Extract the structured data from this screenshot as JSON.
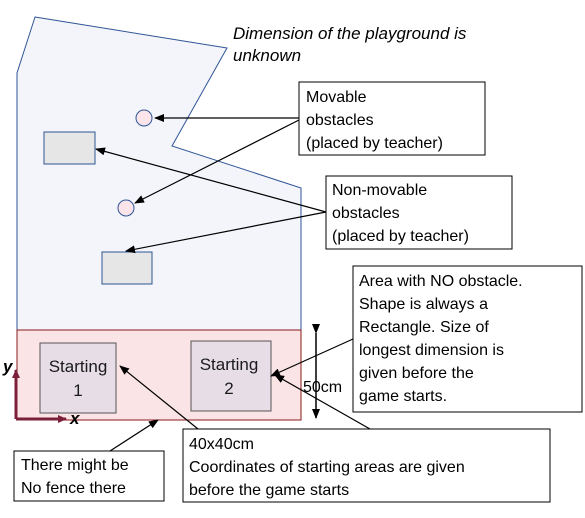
{
  "title_note": {
    "lines": [
      "Dimension of the playground is",
      "unknown"
    ]
  },
  "callouts": {
    "movable": {
      "lines": [
        "Movable",
        "obstacles",
        "(placed by teacher)"
      ]
    },
    "non_movable": {
      "lines": [
        "Non-movable",
        "obstacles",
        "(placed by teacher)"
      ]
    },
    "no_obstacle": {
      "lines": [
        "Area with NO obstacle.",
        "Shape is always a",
        "Rectangle. Size of",
        "longest dimension is",
        "given before the",
        "game starts."
      ]
    },
    "start_size": {
      "lines": [
        "40x40cm",
        "Coordinates of starting areas are given",
        "before the game starts"
      ]
    },
    "fence": {
      "lines": [
        "There might be",
        "No fence there"
      ]
    }
  },
  "starting_areas": [
    {
      "lines": [
        "Starting",
        "1"
      ]
    },
    {
      "lines": [
        "Starting",
        "2"
      ]
    }
  ],
  "dimension_label": "50cm",
  "axes": {
    "x": "x",
    "y": "y"
  },
  "colors": {
    "playground_fill": "#f3f5fa",
    "playground_stroke": "#2f5597",
    "start_zone_fill": "#fbe4e6",
    "start_zone_stroke": "#8b1a1a",
    "start_box_fill": "#e6dde6",
    "obstacle_fill": "#e6e6e6",
    "circle_fill": "#fbe4ea",
    "axis_color": "#7b1f3a"
  }
}
